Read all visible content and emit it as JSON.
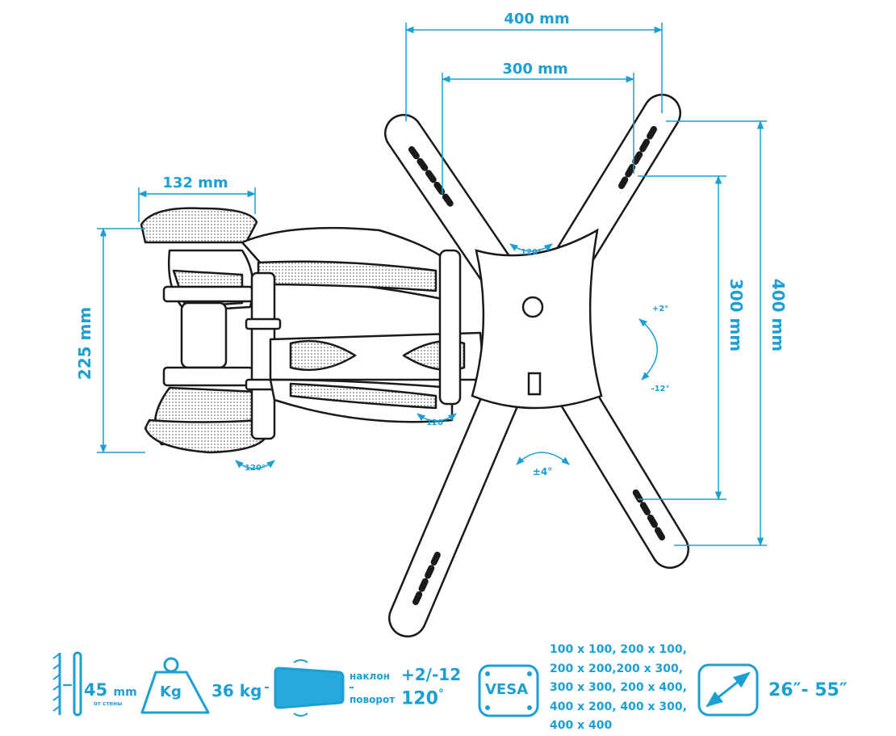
{
  "colors": {
    "accent": "#1c9fd2",
    "line": "#1a1a1a",
    "mesh": "#c8c8c8"
  },
  "dimensions": {
    "vesa_width_outer": "400 mm",
    "vesa_width_inner": "300 mm",
    "arm_width": "132 mm",
    "arm_height": "225 mm",
    "vesa_height_inner": "300 mm",
    "vesa_height_outer": "400 mm"
  },
  "rotations": {
    "top_plate": "120°",
    "middle_joint": "120°",
    "wall_joint": "120°",
    "swivel": "±4°",
    "tilt_up": "+2°",
    "tilt_down": "-12°"
  },
  "specs": {
    "wall_distance_value": "45",
    "wall_distance_unit": "mm",
    "wall_distance_caption": "от стены",
    "weight_icon_label": "Kg",
    "weight_value": "36 kg",
    "tilt_label": "наклон",
    "tilt_value": "+2/-12",
    "rotate_label": "поворот",
    "rotate_value": "120",
    "rotate_degree": "°",
    "vesa_icon_label": "VESA",
    "vesa_lines": [
      "100 x 100, 200 x 100,",
      "200 x 200,200 x 300,",
      "300 x 300, 200 x 400,",
      "400 x 200, 400 x 300,",
      "400 x 400"
    ],
    "screen_size": "26″- 55″"
  }
}
